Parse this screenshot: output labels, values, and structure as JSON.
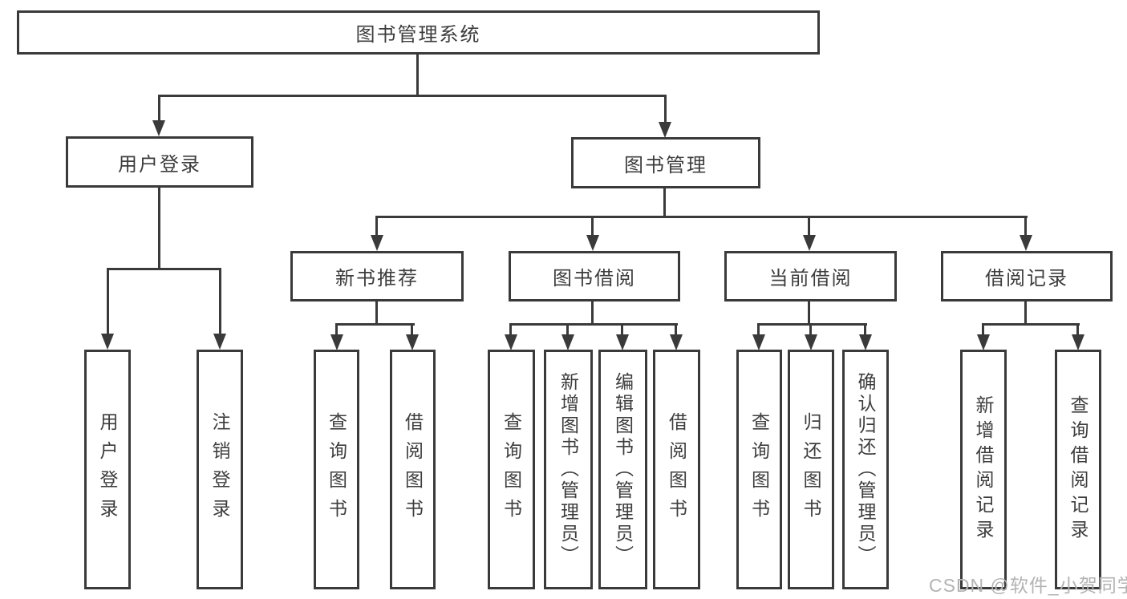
{
  "tree": {
    "root": "图书管理系统",
    "branches": [
      {
        "label": "用户登录",
        "children": [
          "用户登录",
          "注销登录"
        ]
      },
      {
        "label": "图书管理",
        "sections": [
          {
            "label": "新书推荐",
            "children": [
              "查询图书",
              "借阅图书"
            ]
          },
          {
            "label": "图书借阅",
            "children": [
              "查询图书",
              "新增图书（管理员）",
              "编辑图书（管理员）",
              "借阅图书"
            ]
          },
          {
            "label": "当前借阅",
            "children": [
              "查询图书",
              "归还图书",
              "确认归还（管理员）"
            ]
          },
          {
            "label": "借阅记录",
            "children": [
              "新增借阅记录",
              "查询借阅记录"
            ]
          }
        ]
      }
    ]
  },
  "watermark": "CSDN @软件_小贺同学",
  "colors": {
    "line": "#3a3a3a",
    "text": "#3d3d3d",
    "watermark": "#b3b3b3",
    "background": "#ffffff"
  }
}
